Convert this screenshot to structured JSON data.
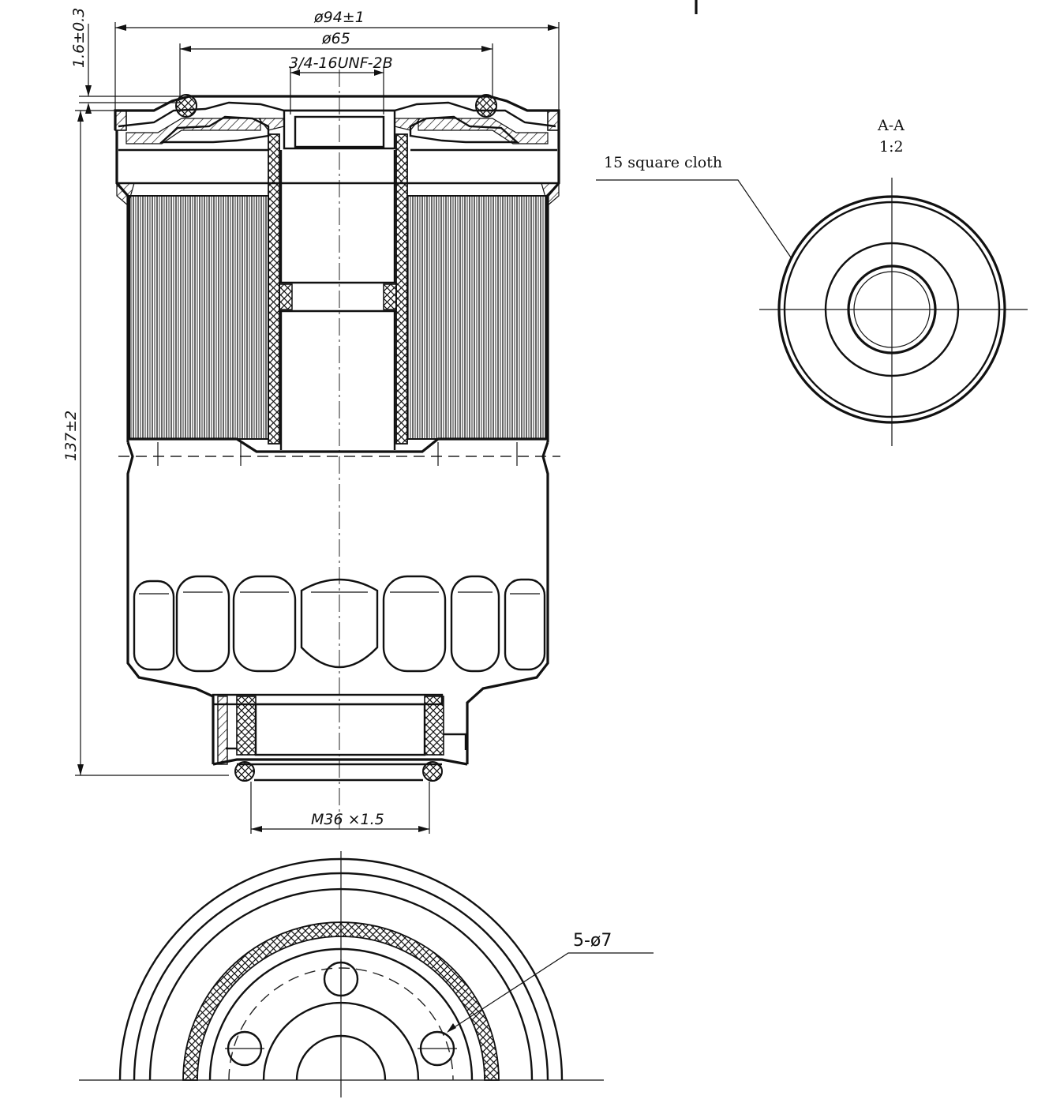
{
  "dimensions": {
    "outer_diameter": "ø94±1",
    "inner_diameter": "ø65",
    "top_thread": "3/4-16UNF-2B",
    "gasket_thickness": "1.6±0.3",
    "height": "137±2",
    "bottom_thread": "M36 ×1.5",
    "holes": "5-ø7"
  },
  "section": {
    "label": "A-A",
    "scale": "1:2",
    "callout": "15 square cloth"
  }
}
